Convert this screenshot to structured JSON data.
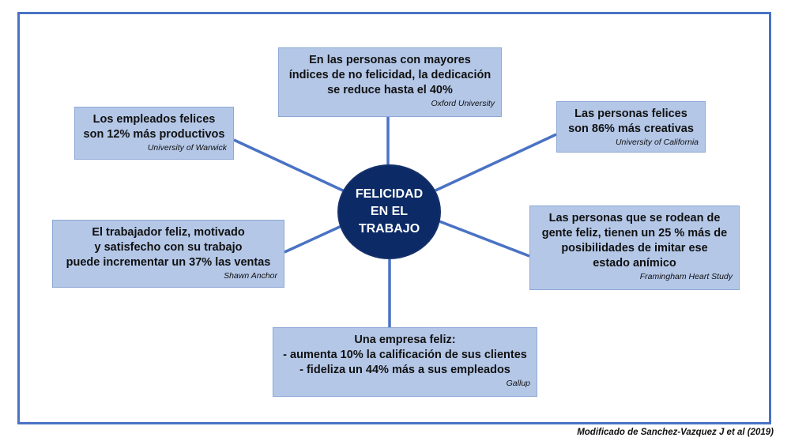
{
  "diagram": {
    "center_label": "FELICIDAD\nEN EL\nTRABAJO",
    "nodes": [
      {
        "id": "top",
        "text": "En las personas con mayores\níndices de no felicidad, la dedicación\nse reduce hasta el 40%",
        "source": "Oxford University"
      },
      {
        "id": "top-left",
        "text": "Los empleados felices\nson 12% más productivos",
        "source": "University of Warwick"
      },
      {
        "id": "top-right",
        "text": "Las personas felices\nson 86% más creativas",
        "source": "University of California"
      },
      {
        "id": "mid-left",
        "text": "El trabajador feliz, motivado\ny satisfecho con su trabajo\npuede incrementar un 37% las ventas",
        "source": "Shawn Anchor"
      },
      {
        "id": "mid-right",
        "text": "Las personas que se rodean de\ngente feliz, tienen un 25 % más de\nposibilidades de imitar ese\nestado anímico",
        "source": "Framingham Heart Study"
      },
      {
        "id": "bottom",
        "text": "Una empresa feliz:\n- aumenta 10% la calificación de sus clientes\n- fideliza un 44% más a sus empleados",
        "source": "Gallup"
      }
    ],
    "credit": "Modificado de Sanchez-Vazquez J et al (2019)",
    "colors": {
      "frame": "#4a72c4",
      "connector": "#4a72c4",
      "box_fill": "#b4c7e7",
      "center_fill": "#0b2a66"
    }
  }
}
